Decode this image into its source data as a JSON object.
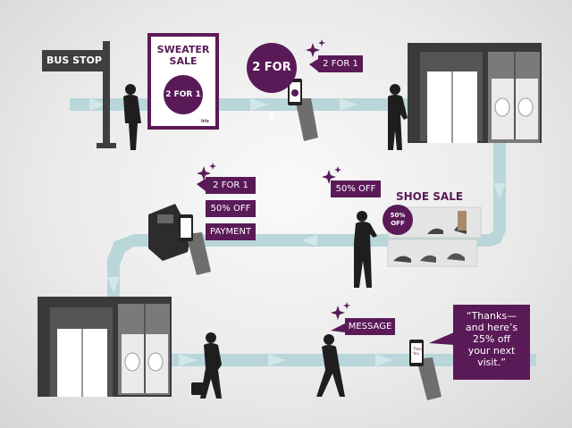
{
  "scene": {
    "bus_stop_label": "BUS STOP",
    "poster_title": "SWEATER\nSALE",
    "poster_offer": "2 FOR 1",
    "big_circle_offer": "2 FOR 1",
    "phone_tag_offer": "2 FOR 1",
    "shoe_sale_title": "SHOE SALE",
    "shoe_sign_offer": "50%\nOFF",
    "shopper_tag_offer": "50% OFF",
    "payment_tags": [
      "2 FOR 1",
      "50% OFF",
      "PAYMENT"
    ],
    "message_tag": "MESSAGE",
    "thank_you_quote": "“Thanks—\nand here’s\n25% off\nyour next\nvisit.”",
    "store_logo": "iris",
    "phone_screen_text": "Thank\nYou"
  },
  "colors": {
    "brand": "#5a1a57",
    "path": "#b9d6da",
    "building": "#3a3a3a"
  }
}
